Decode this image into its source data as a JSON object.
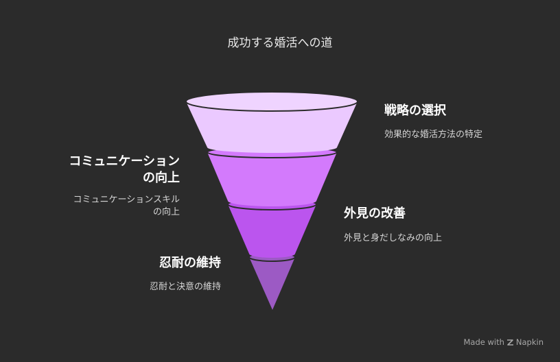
{
  "title": "成功する婚活への道",
  "stages": [
    {
      "heading": "戦略の選択",
      "description": "効果的な婚活方法の特定",
      "color": "#ebc9ff",
      "side": "right"
    },
    {
      "heading_line1": "コミュニケーション",
      "heading_line2": "の向上",
      "description_line1": "コミュニケーションスキル",
      "description_line2": "の向上",
      "color": "#d37afc",
      "side": "left"
    },
    {
      "heading": "外見の改善",
      "description": "外見と身だしなみの向上",
      "color": "#bb55ee",
      "side": "right"
    },
    {
      "heading": "忍耐の維持",
      "description": "忍耐と決意の維持",
      "color": "#9c5ac4",
      "side": "left"
    }
  ],
  "watermark": {
    "prefix": "Made with",
    "brand": "Napkin",
    "icon": "napkin-logo-icon"
  }
}
